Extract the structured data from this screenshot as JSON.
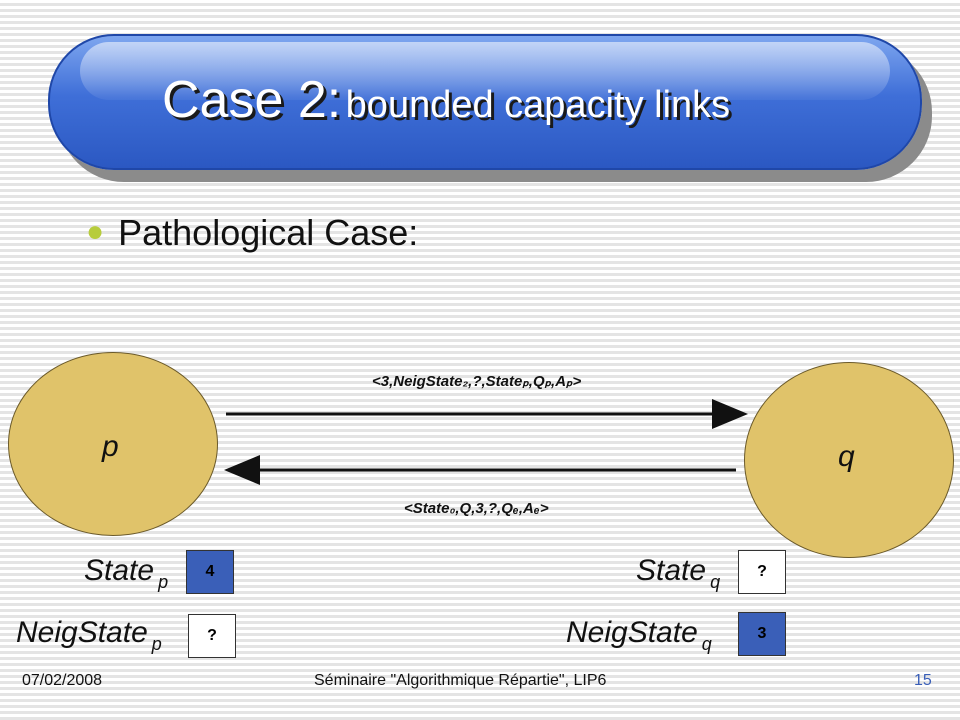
{
  "title": {
    "main": "Case 2:",
    "sub": "bounded capacity links"
  },
  "bullet": {
    "text": "Pathological Case:"
  },
  "nodes": {
    "p": "p",
    "q": "q"
  },
  "messages": {
    "top": "<3,NeigState₂,?,Stateₚ,Qₚ,Aₚ>",
    "bottom": "<State₀,Q,3,?,Qₑ,Aₑ>"
  },
  "variables": {
    "state_p_label": "State",
    "state_p_sub": "p",
    "state_p_value": "4",
    "neig_p_label": "NeigState",
    "neig_p_sub": "p",
    "neig_p_value": "?",
    "state_q_label": "State",
    "state_q_sub": "q",
    "state_q_value": "?",
    "neig_q_label": "NeigState",
    "neig_q_sub": "q",
    "neig_q_value": "3"
  },
  "footer": {
    "date": "07/02/2008",
    "center": "Séminaire \"Algorithmique Répartie\", LIP6",
    "page": "15"
  },
  "colors": {
    "title_bar": "#2b58c2",
    "node_fill": "#e0c36a",
    "box_fill": "#3a5fb8",
    "bullet": "#b7cc3c",
    "page_number": "#3a5fb8"
  }
}
